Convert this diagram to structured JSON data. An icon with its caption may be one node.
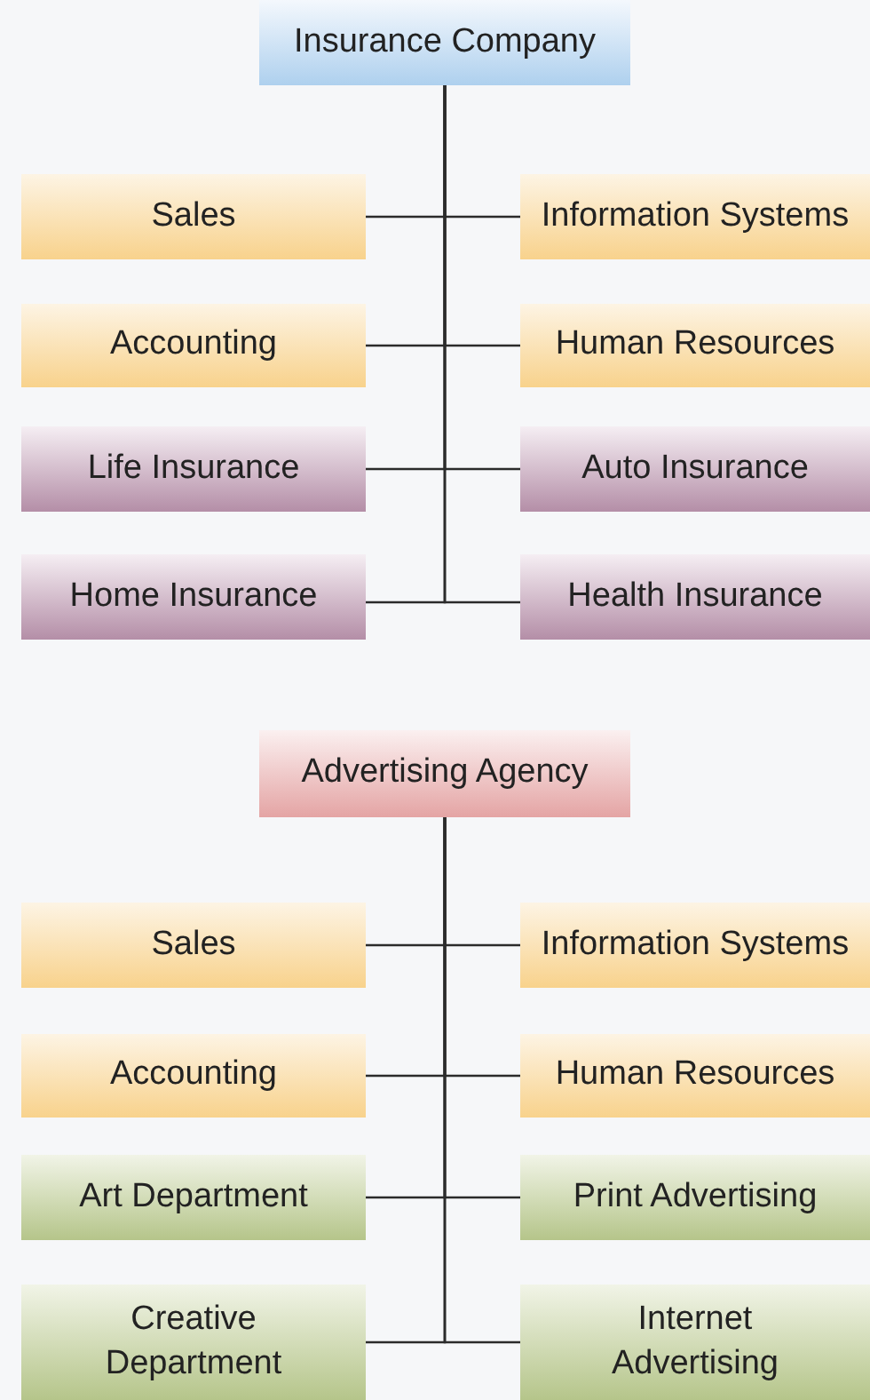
{
  "diagram": {
    "nodes": [
      {
        "text": [
          "Insurance Company"
        ]
      },
      {
        "text": [
          "Sales"
        ]
      },
      {
        "text": [
          "Information Systems"
        ]
      },
      {
        "text": [
          "Accounting"
        ]
      },
      {
        "text": [
          "Human Resources"
        ]
      },
      {
        "text": [
          "Life Insurance"
        ]
      },
      {
        "text": [
          "Auto Insurance"
        ]
      },
      {
        "text": [
          "Home Insurance"
        ]
      },
      {
        "text": [
          "Health Insurance"
        ]
      },
      {
        "text": [
          "Advertising Agency"
        ]
      },
      {
        "text": [
          "Sales"
        ]
      },
      {
        "text": [
          "Information Systems"
        ]
      },
      {
        "text": [
          "Accounting"
        ]
      },
      {
        "text": [
          "Human Resources"
        ]
      },
      {
        "text": [
          "Art Department"
        ]
      },
      {
        "text": [
          "Print Advertising"
        ]
      },
      {
        "text": [
          "Creative Department"
        ]
      },
      {
        "text": [
          "Internet Advertising"
        ]
      }
    ],
    "edges": [
      {
        "from": 0,
        "to": 1,
        "arrow": "none"
      },
      {
        "from": 0,
        "to": 2,
        "arrow": "none"
      },
      {
        "from": 0,
        "to": 3,
        "arrow": "none"
      },
      {
        "from": 0,
        "to": 4,
        "arrow": "none"
      },
      {
        "from": 0,
        "to": 5,
        "arrow": "none"
      },
      {
        "from": 0,
        "to": 6,
        "arrow": "none"
      },
      {
        "from": 0,
        "to": 7,
        "arrow": "none"
      },
      {
        "from": 0,
        "to": 8,
        "arrow": "none"
      },
      {
        "from": 9,
        "to": 10,
        "arrow": "none"
      },
      {
        "from": 9,
        "to": 11,
        "arrow": "none"
      },
      {
        "from": 9,
        "to": 12,
        "arrow": "none"
      },
      {
        "from": 9,
        "to": 13,
        "arrow": "none"
      },
      {
        "from": 9,
        "to": 14,
        "arrow": "none"
      },
      {
        "from": 9,
        "to": 15,
        "arrow": "none"
      },
      {
        "from": 9,
        "to": 16,
        "arrow": "none"
      },
      {
        "from": 9,
        "to": 17,
        "arrow": "none"
      }
    ]
  }
}
